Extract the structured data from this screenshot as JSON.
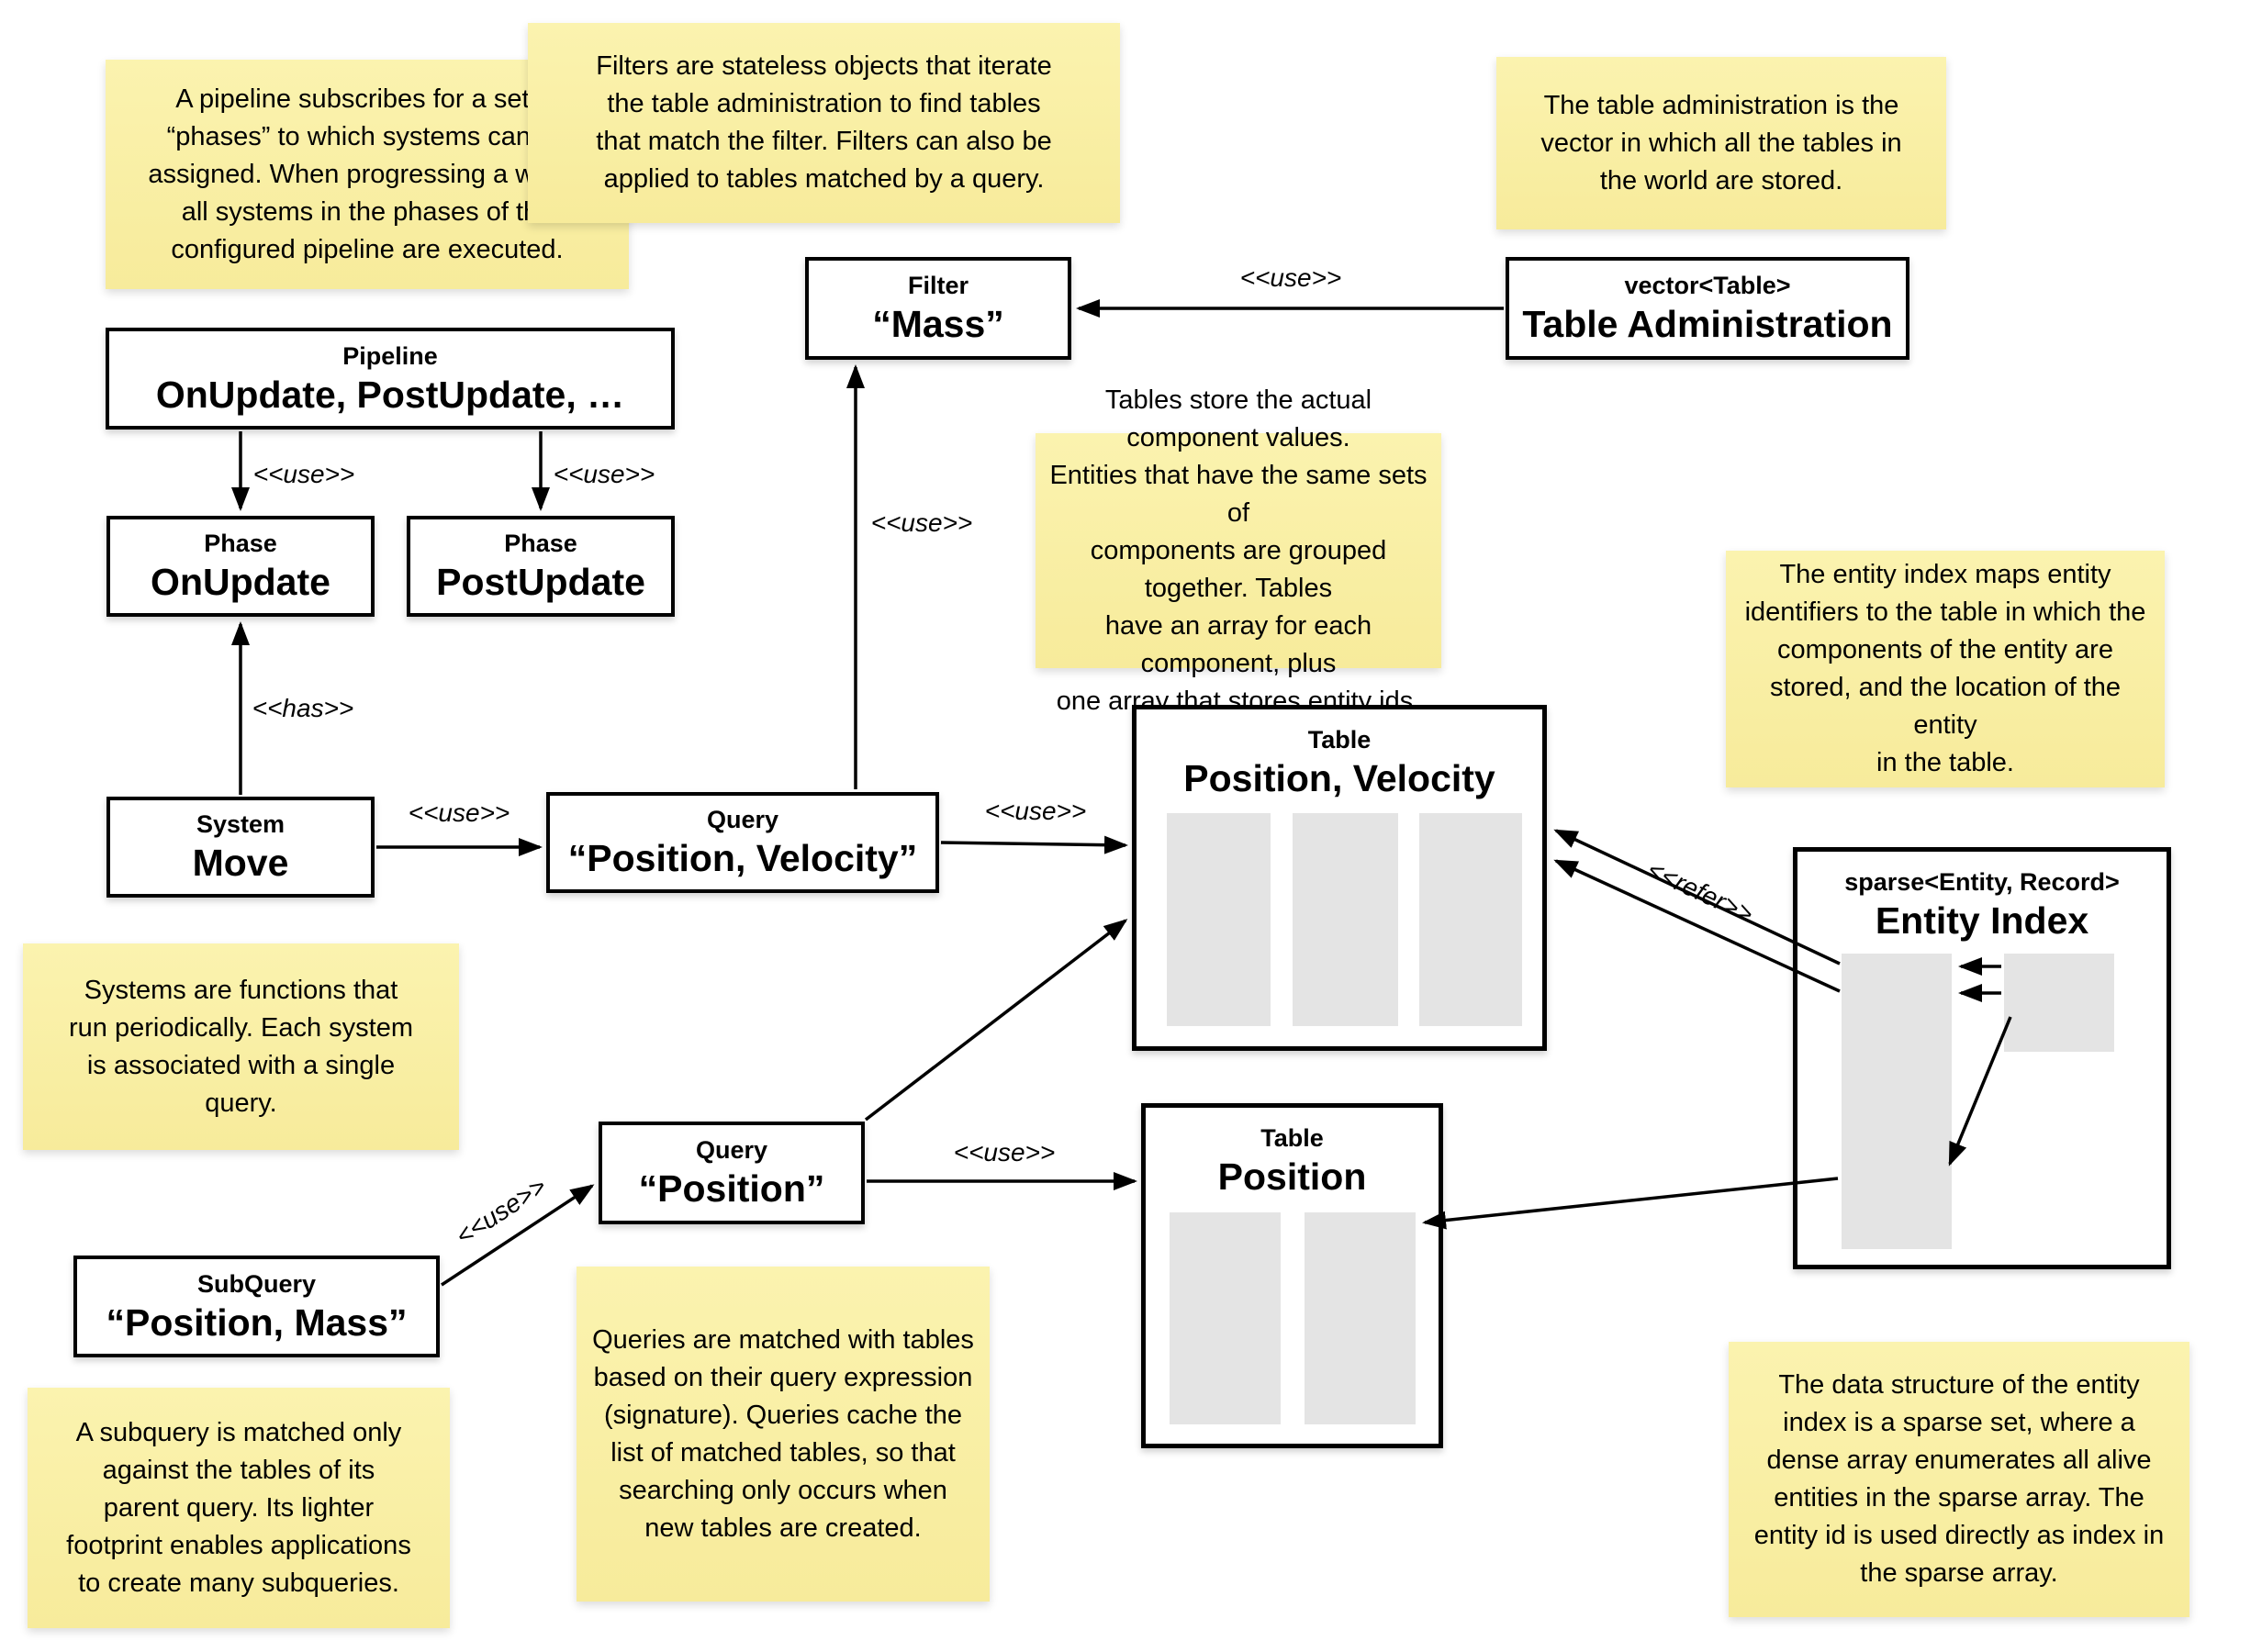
{
  "colors": {
    "background": "#ffffff",
    "note_fill_top": "#fbf3af",
    "note_fill_bottom": "#f7eb9b",
    "box_fill": "#ffffff",
    "box_border": "#000000",
    "array_fill": "#e4e4e4",
    "text": "#000000"
  },
  "notes": [
    {
      "id": "pipeline",
      "text": "A pipeline subscribes for a set of\n“phases” to which systems can be\nassigned. When progressing a world,\nall systems in the phases of the\nconfigured pipeline are executed."
    },
    {
      "id": "filters",
      "text": "Filters are stateless objects that iterate\nthe table administration to find tables\nthat match the filter. Filters can also be\napplied to tables matched by a query."
    },
    {
      "id": "table-admin",
      "text": "The table administration is the\nvector in which all the tables in\nthe world are stored."
    },
    {
      "id": "tables",
      "text": "Tables store the actual component values.\nEntities that have the same sets of\ncomponents are grouped together. Tables\nhave an array for each component, plus\none array that stores entity ids."
    },
    {
      "id": "entity-index",
      "text": "The entity index maps entity\nidentifiers to the table in which the\ncomponents of the entity are\nstored, and the location of the entity\nin the table."
    },
    {
      "id": "systems",
      "text": "Systems are functions that\nrun periodically. Each system\nis associated with a single\nquery."
    },
    {
      "id": "queries",
      "text": "Queries are matched with tables\nbased on their query expression\n(signature). Queries cache the\nlist of matched tables, so that\nsearching only occurs when\nnew tables are created."
    },
    {
      "id": "subquery",
      "text": "A subquery is matched only\nagainst the tables of its\nparent query. Its lighter\nfootprint enables applications\nto create many subqueries."
    },
    {
      "id": "data-structure",
      "text": "The data structure of the entity\nindex is a sparse set, where a\ndense array enumerates all alive\nentities in the sparse array. The\nentity id is used directly as index in\nthe sparse array."
    }
  ],
  "boxes": [
    {
      "id": "pipeline",
      "title": "Pipeline",
      "name": "OnUpdate, PostUpdate, …"
    },
    {
      "id": "phase-onupdate",
      "title": "Phase",
      "name": "OnUpdate"
    },
    {
      "id": "phase-postupdate",
      "title": "Phase",
      "name": "PostUpdate"
    },
    {
      "id": "system-move",
      "title": "System",
      "name": "Move"
    },
    {
      "id": "query-pos-vel",
      "title": "Query",
      "name": "“Position, Velocity”"
    },
    {
      "id": "filter-mass",
      "title": "Filter",
      "name": "“Mass”"
    },
    {
      "id": "table-admin",
      "title": "vector<Table>",
      "name": "Table Administration"
    },
    {
      "id": "table-pos-vel",
      "title": "Table",
      "name": "Position, Velocity"
    },
    {
      "id": "table-pos",
      "title": "Table",
      "name": "Position"
    },
    {
      "id": "entity-index",
      "title": "sparse<Entity, Record>",
      "name": "Entity Index"
    },
    {
      "id": "subquery",
      "title": "SubQuery",
      "name": "“Position, Mass”"
    },
    {
      "id": "query-pos",
      "title": "Query",
      "name": "“Position”"
    }
  ],
  "edge_labels": {
    "pipeline_to_onupdate": "<<use>>",
    "pipeline_to_postupdate": "<<use>>",
    "move_to_onupdate": "<<has>>",
    "move_to_query": "<<use>>",
    "query_to_filter": "<<use>>",
    "tableadmin_to_filter": "<<use>>",
    "querypv_to_tablepv": "<<use>>",
    "querypos_to_tablepos": "<<use>>",
    "subquery_to_querypos": "<<use>>",
    "entityindex_to_table": "<<refer>>"
  }
}
